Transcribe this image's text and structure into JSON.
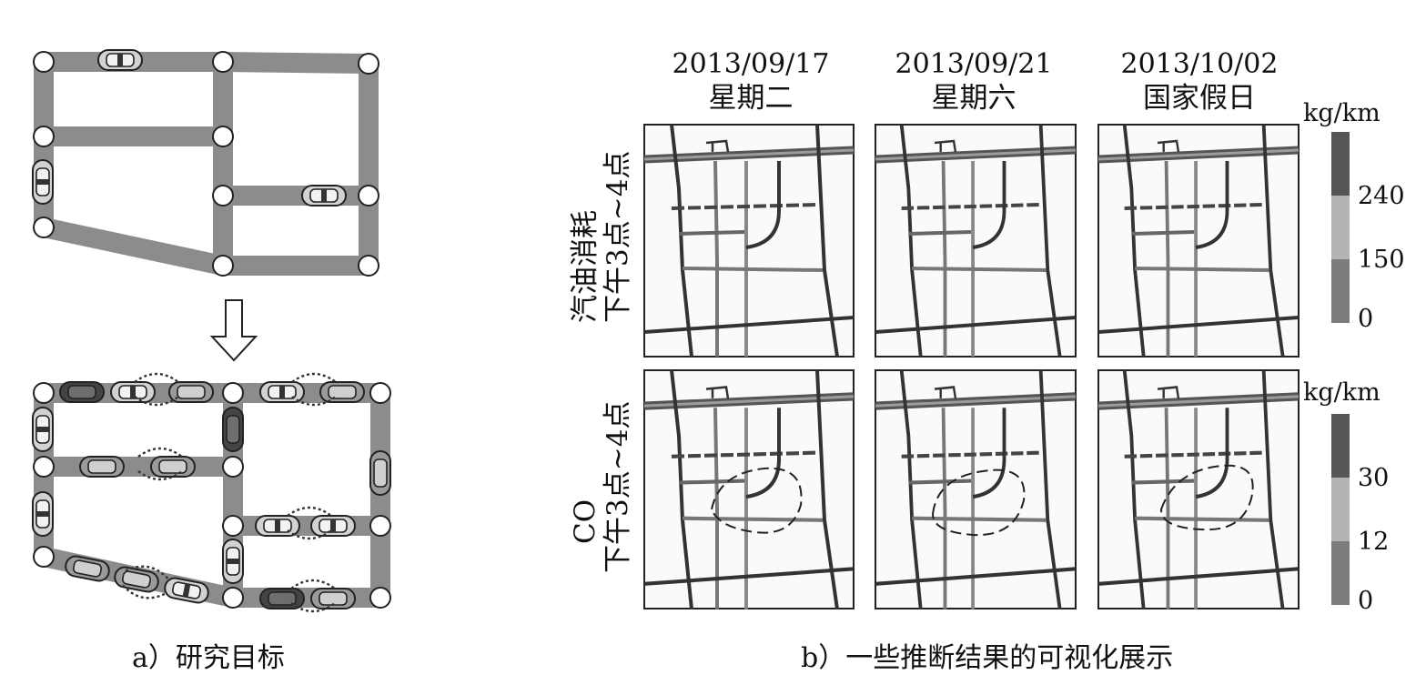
{
  "panel_a": {
    "caption": "a）研究目标"
  },
  "panel_b": {
    "caption": "b）一些推断结果的可视化展示",
    "columns": [
      {
        "date": "2013/09/17",
        "day": "星期二"
      },
      {
        "date": "2013/09/21",
        "day": "星期六"
      },
      {
        "date": "2013/10/02",
        "day": "国家假日"
      }
    ],
    "rows": [
      {
        "label_line1": "汽油消耗",
        "label_line2": "下午3点~4点"
      },
      {
        "label_line1": "CO",
        "label_line2": "下午3点~4点"
      }
    ],
    "colorbars": [
      {
        "unit": "kg/km",
        "ticks": [
          "240",
          "150",
          "0"
        ],
        "colors": [
          "#555555",
          "#b4b4b4",
          "#7c7c7c"
        ]
      },
      {
        "unit": "kg/km",
        "ticks": [
          "30",
          "12",
          "0"
        ],
        "colors": [
          "#555555",
          "#b4b4b4",
          "#7c7c7c"
        ]
      }
    ]
  },
  "colors": {
    "road": "#8c8c8c",
    "car_light": "#d2d2d2",
    "car_mid": "#9a9a9a",
    "car_dark": "#444444",
    "node": "#ffffff",
    "outline": "#222222"
  }
}
